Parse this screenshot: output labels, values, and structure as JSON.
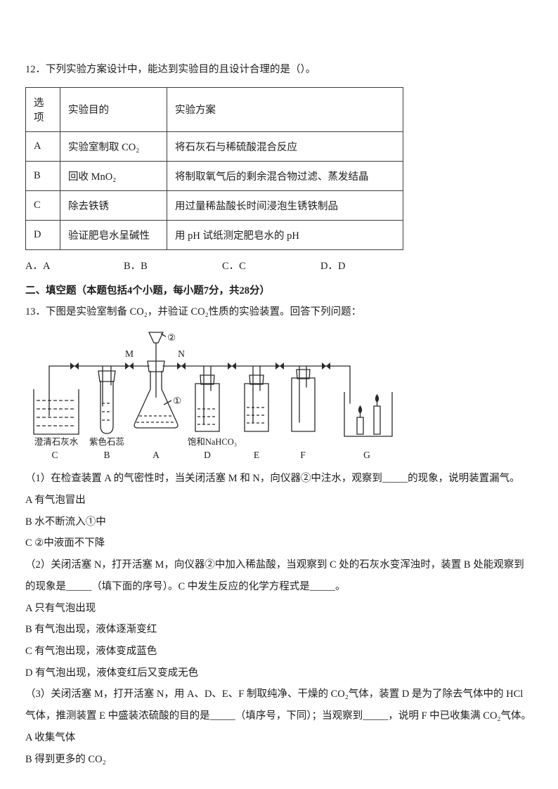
{
  "q12": {
    "stem": "12．下列实验方案设计中，能达到实验目的且设计合理的是（）。",
    "table": {
      "headers": [
        "选项",
        "实验目的",
        "实验方案"
      ],
      "rows": [
        [
          "A",
          "实验室制取 CO₂",
          "将石灰石与稀硫酸混合反应"
        ],
        [
          "B",
          "回收 MnO₂",
          "将制取氧气后的剩余混合物过滤、蒸发结晶"
        ],
        [
          "C",
          "除去铁锈",
          "用过量稀盐酸长时间浸泡生锈铁制品"
        ],
        [
          "D",
          "验证肥皂水呈碱性",
          "用 pH 试纸测定肥皂水的 pH"
        ]
      ]
    },
    "choices": [
      "A．A",
      "B．B",
      "C．C",
      "D．D"
    ]
  },
  "section2": {
    "title": "二、填空题（本题包括4个小题，每小题7分，共28分）"
  },
  "q13": {
    "stem": "13．下图是实验室制备 CO₂，并验证 CO₂性质的实验装置。回答下列问题：",
    "diagram": {
      "valve_m": "M",
      "valve_n": "N",
      "funnel_label": "②",
      "flask_label": "①",
      "beaker_c_label": "澄清石灰水",
      "tube_b_label": "紫色石蕊",
      "bottle_d_label": "饱和NaHCO₃",
      "letters": [
        "C",
        "B",
        "A",
        "D",
        "E",
        "F",
        "G"
      ]
    },
    "part1": {
      "text": "（1）在检查装置 A 的气密性时，当关闭活塞 M 和 N，向仪器②中注水，观察到_____的现象，说明装置漏气。",
      "options": [
        "A 有气泡冒出",
        "B 水不断流入①中",
        "C ②中液面不下降"
      ]
    },
    "part2": {
      "text": "（2）关闭活塞 N，打开活塞 M，向仪器②中加入稀盐酸，当观察到 C 处的石灰水变浑浊时，装置 B 处能观察到的现象是_____（填下面的序号）。C 中发生反应的化学方程式是_____。",
      "options": [
        "A 只有气泡出现",
        "B 有气泡出现，液体逐渐变红",
        "C 有气泡出现，液体变成蓝色",
        "D 有气泡出现，液体变红后又变成无色"
      ]
    },
    "part3": {
      "text": "（3）关闭活塞 M，打开活塞 N，用 A、D、E、F 制取纯净、干燥的 CO₂气体，装置 D 是为了除去气体中的 HCl 气体，推测装置 E 中盛装浓硫酸的目的是_____（填序号，下同）；当观察到_____，说明 F 中已收集满 CO₂气体。",
      "options": [
        "A 收集气体",
        "B 得到更多的 CO₂"
      ]
    }
  }
}
